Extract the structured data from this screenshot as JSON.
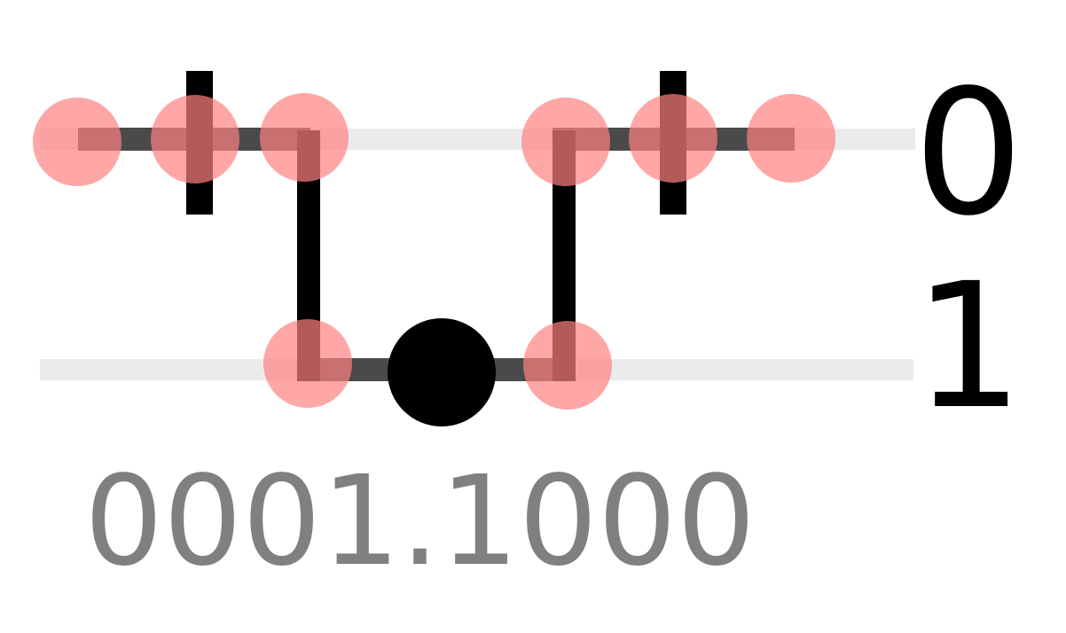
{
  "track_labels": [
    "0",
    "1"
  ],
  "code": "0001.1000",
  "colors": {
    "rail": "#ebebeb",
    "path": "#4a4a4a",
    "segment": "#000000",
    "node": "#ff8080",
    "code_text": "#808080",
    "label_text": "#000000"
  }
}
